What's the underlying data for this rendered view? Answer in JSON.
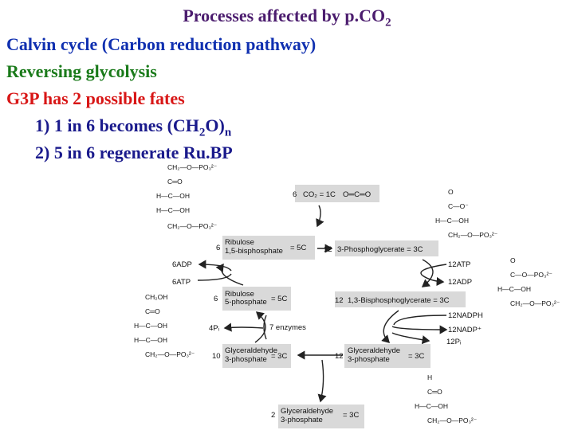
{
  "title": {
    "main": "Processes affected by p.CO",
    "sub": "2"
  },
  "lines": [
    {
      "text": "Calvin cycle (Carbon reduction pathway)"
    },
    {
      "text": "Reversing glycolysis"
    },
    {
      "text": "G3P has 2 possible fates"
    },
    {
      "text_a": "1) 1 in 6 becomes (CH",
      "sub_a": "2",
      "text_b": "O)",
      "sub_b": "n"
    },
    {
      "text": "2) 5 in 6 regenerate Ru.BP"
    }
  ],
  "diagram": {
    "co2_count": "6",
    "co2_formula": "CO₂ = 1C",
    "ribulose_bp_count": "6",
    "ribulose_bp_line1": "Ribulose",
    "ribulose_bp_line2": "1,5-bisphosphate",
    "ribulose_bp_carbon": "= 5C",
    "pga_count": "12",
    "pga_label": "3-Phosphoglycerate = 3C",
    "adp_6": "6ADP",
    "atp_6": "6ATP",
    "atp_12": "12ATP",
    "adp_12": "12ADP",
    "ru5p_count": "6",
    "ru5p_line1": "Ribulose",
    "ru5p_line2": "5-phosphate",
    "ru5p_carbon": "= 5C",
    "bpg_count": "12",
    "bpg_label": "1,3-Bisphosphoglycerate = 3C",
    "nadph": "12NADPH",
    "nadp": "12NADP⁺",
    "pi_12": "12Pᵢ",
    "pi_4": "4Pᵢ",
    "enzymes": "7 enzymes",
    "g3p_left_count": "10",
    "g3p_right_count": "12",
    "g3p_line1": "Glyceraldehyde",
    "g3p_line2": "3-phosphate",
    "g3p_carbon": "= 3C",
    "g3p_out_count": "2",
    "struct": {
      "ch2opo3": "CH₂—O—PO₃²⁻",
      "ch2oh": "CH₂OH",
      "h_c_oh": "H—C—OH",
      "c_o": "C═O",
      "c_o_minus": "C—O⁻",
      "o": "O",
      "h": "H",
      "c_o_po3": "C—O—PO₃²⁻",
      "co2_tail": "O═C═O"
    }
  }
}
